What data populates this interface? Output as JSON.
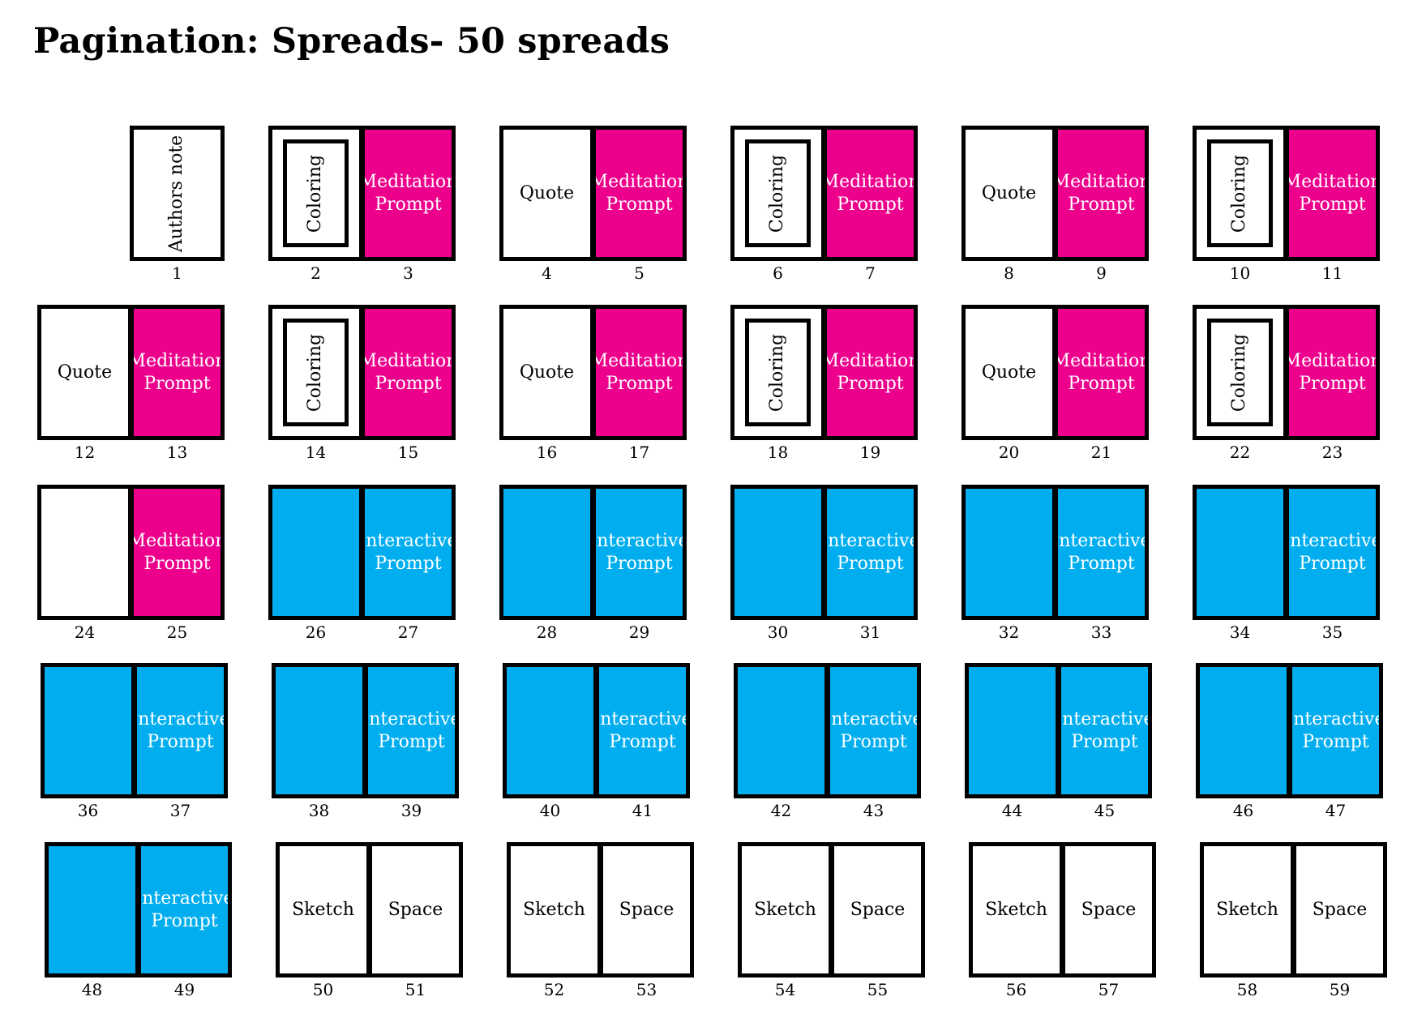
{
  "title": "Pagination: Spreads- 50 spreads",
  "colors": {
    "white": "#ffffff",
    "pink": "#ec008c",
    "blue": "#00aeef",
    "border": "#000000"
  },
  "pages": [
    {
      "num": "1",
      "label": "Authors note",
      "color": "white",
      "style": "rotated"
    },
    {
      "num": "2",
      "label": "Coloring",
      "color": "white",
      "style": "framed"
    },
    {
      "num": "3",
      "label": "Meditation\nPrompt",
      "color": "pink",
      "style": "plain"
    },
    {
      "num": "4",
      "label": "Quote",
      "color": "white",
      "style": "plain"
    },
    {
      "num": "5",
      "label": "Meditation\nPrompt",
      "color": "pink",
      "style": "plain"
    },
    {
      "num": "6",
      "label": "Coloring",
      "color": "white",
      "style": "framed"
    },
    {
      "num": "7",
      "label": "Meditation\nPrompt",
      "color": "pink",
      "style": "plain"
    },
    {
      "num": "8",
      "label": "Quote",
      "color": "white",
      "style": "plain"
    },
    {
      "num": "9",
      "label": "Meditation\nPrompt",
      "color": "pink",
      "style": "plain"
    },
    {
      "num": "10",
      "label": "Coloring",
      "color": "white",
      "style": "framed"
    },
    {
      "num": "11",
      "label": "Meditation\nPrompt",
      "color": "pink",
      "style": "plain"
    },
    {
      "num": "12",
      "label": "Quote",
      "color": "white",
      "style": "plain"
    },
    {
      "num": "13",
      "label": "Meditation\nPrompt",
      "color": "pink",
      "style": "plain"
    },
    {
      "num": "14",
      "label": "Coloring",
      "color": "white",
      "style": "framed"
    },
    {
      "num": "15",
      "label": "Meditation\nPrompt",
      "color": "pink",
      "style": "plain"
    },
    {
      "num": "16",
      "label": "Quote",
      "color": "white",
      "style": "plain"
    },
    {
      "num": "17",
      "label": "Meditation\nPrompt",
      "color": "pink",
      "style": "plain"
    },
    {
      "num": "18",
      "label": "Coloring",
      "color": "white",
      "style": "framed"
    },
    {
      "num": "19",
      "label": "Meditation\nPrompt",
      "color": "pink",
      "style": "plain"
    },
    {
      "num": "20",
      "label": "Quote",
      "color": "white",
      "style": "plain"
    },
    {
      "num": "21",
      "label": "Meditation\nPrompt",
      "color": "pink",
      "style": "plain"
    },
    {
      "num": "22",
      "label": "Coloring",
      "color": "white",
      "style": "framed"
    },
    {
      "num": "23",
      "label": "Meditation\nPrompt",
      "color": "pink",
      "style": "plain"
    },
    {
      "num": "24",
      "label": "",
      "color": "white",
      "style": "plain"
    },
    {
      "num": "25",
      "label": "Meditation\nPrompt",
      "color": "pink",
      "style": "plain"
    },
    {
      "num": "26",
      "label": "",
      "color": "blue",
      "style": "plain"
    },
    {
      "num": "27",
      "label": "Interactive\nPrompt",
      "color": "blue",
      "style": "plain"
    },
    {
      "num": "28",
      "label": "",
      "color": "blue",
      "style": "plain"
    },
    {
      "num": "29",
      "label": "Interactive\nPrompt",
      "color": "blue",
      "style": "plain"
    },
    {
      "num": "30",
      "label": "",
      "color": "blue",
      "style": "plain"
    },
    {
      "num": "31",
      "label": "Interactive\nPrompt",
      "color": "blue",
      "style": "plain"
    },
    {
      "num": "32",
      "label": "",
      "color": "blue",
      "style": "plain"
    },
    {
      "num": "33",
      "label": "Interactive\nPrompt",
      "color": "blue",
      "style": "plain"
    },
    {
      "num": "34",
      "label": "",
      "color": "blue",
      "style": "plain"
    },
    {
      "num": "35",
      "label": "Interactive\nPrompt",
      "color": "blue",
      "style": "plain"
    },
    {
      "num": "36",
      "label": "",
      "color": "blue",
      "style": "plain"
    },
    {
      "num": "37",
      "label": "Interactive\nPrompt",
      "color": "blue",
      "style": "plain"
    },
    {
      "num": "38",
      "label": "",
      "color": "blue",
      "style": "plain"
    },
    {
      "num": "39",
      "label": "Interactive\nPrompt",
      "color": "blue",
      "style": "plain"
    },
    {
      "num": "40",
      "label": "",
      "color": "blue",
      "style": "plain"
    },
    {
      "num": "41",
      "label": "Interactive\nPrompt",
      "color": "blue",
      "style": "plain"
    },
    {
      "num": "42",
      "label": "",
      "color": "blue",
      "style": "plain"
    },
    {
      "num": "43",
      "label": "Interactive\nPrompt",
      "color": "blue",
      "style": "plain"
    },
    {
      "num": "44",
      "label": "",
      "color": "blue",
      "style": "plain"
    },
    {
      "num": "45",
      "label": "Interactive\nPrompt",
      "color": "blue",
      "style": "plain"
    },
    {
      "num": "46",
      "label": "",
      "color": "blue",
      "style": "plain"
    },
    {
      "num": "47",
      "label": "Interactive\nPrompt",
      "color": "blue",
      "style": "plain"
    },
    {
      "num": "48",
      "label": "",
      "color": "blue",
      "style": "plain"
    },
    {
      "num": "49",
      "label": "Interactive\nPrompt",
      "color": "blue",
      "style": "plain"
    },
    {
      "num": "50",
      "label": "Sketch",
      "color": "white",
      "style": "plain"
    },
    {
      "num": "51",
      "label": "Space",
      "color": "white",
      "style": "plain"
    },
    {
      "num": "52",
      "label": "Sketch",
      "color": "white",
      "style": "plain"
    },
    {
      "num": "53",
      "label": "Space",
      "color": "white",
      "style": "plain"
    },
    {
      "num": "54",
      "label": "Sketch",
      "color": "white",
      "style": "plain"
    },
    {
      "num": "55",
      "label": "Space",
      "color": "white",
      "style": "plain"
    },
    {
      "num": "56",
      "label": "Sketch",
      "color": "white",
      "style": "plain"
    },
    {
      "num": "57",
      "label": "Space",
      "color": "white",
      "style": "plain"
    },
    {
      "num": "58",
      "label": "Sketch",
      "color": "white",
      "style": "plain"
    },
    {
      "num": "59",
      "label": "Space",
      "color": "white",
      "style": "plain"
    }
  ]
}
